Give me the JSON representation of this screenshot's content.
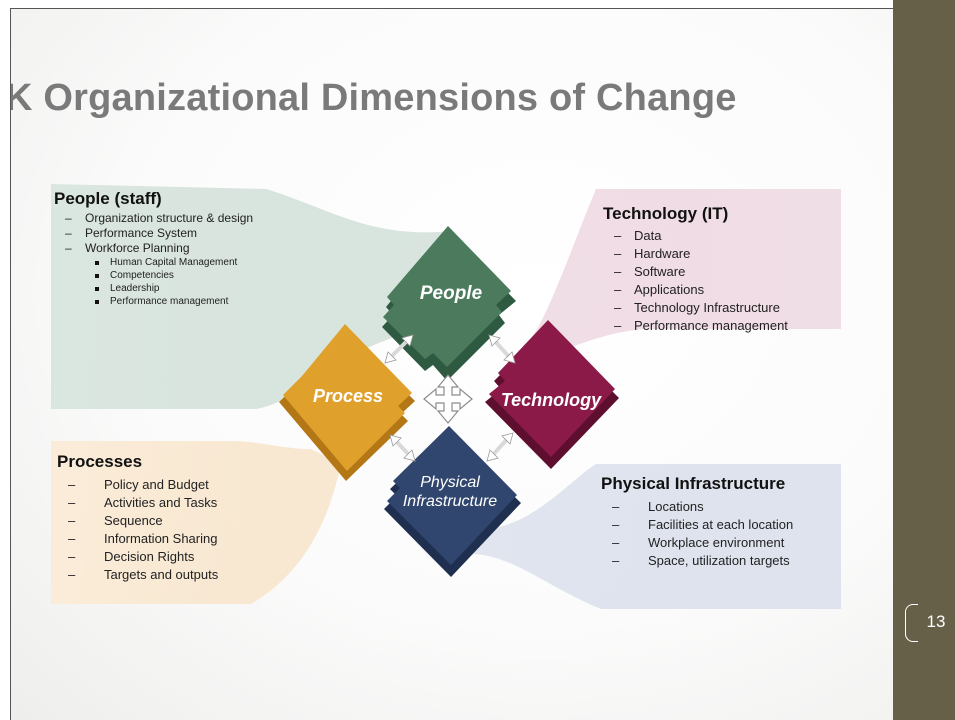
{
  "slide": {
    "title": "K Organizational Dimensions of Change",
    "page_number": "13"
  },
  "diagram": {
    "pieces": {
      "people": "People",
      "process": "Process",
      "technology": "Technology",
      "physical_line1": "Physical",
      "physical_line2": "Infrastructure"
    },
    "colors": {
      "people": "#4b7a5c",
      "process": "#e0a12c",
      "technology": "#8c1a49",
      "physical": "#31466e",
      "side_panel": "#676049"
    }
  },
  "people_block": {
    "heading": "People (staff)",
    "items": [
      "Organization structure & design",
      "Performance System",
      "Workforce Planning"
    ],
    "subitems": [
      "Human Capital Management",
      "Competencies",
      "Leadership",
      "Performance management"
    ]
  },
  "technology_block": {
    "heading": "Technology (IT)",
    "items": [
      "Data",
      "Hardware",
      "Software",
      "Applications",
      "Technology Infrastructure",
      "Performance management"
    ]
  },
  "processes_block": {
    "heading": "Processes",
    "items": [
      "Policy and Budget",
      "Activities and Tasks",
      "Sequence",
      "Information Sharing",
      "Decision Rights",
      "Targets and outputs"
    ]
  },
  "physical_block": {
    "heading": "Physical Infrastructure",
    "items": [
      "Locations",
      "Facilities at each location",
      "Workplace environment",
      "Space, utilization targets"
    ]
  }
}
